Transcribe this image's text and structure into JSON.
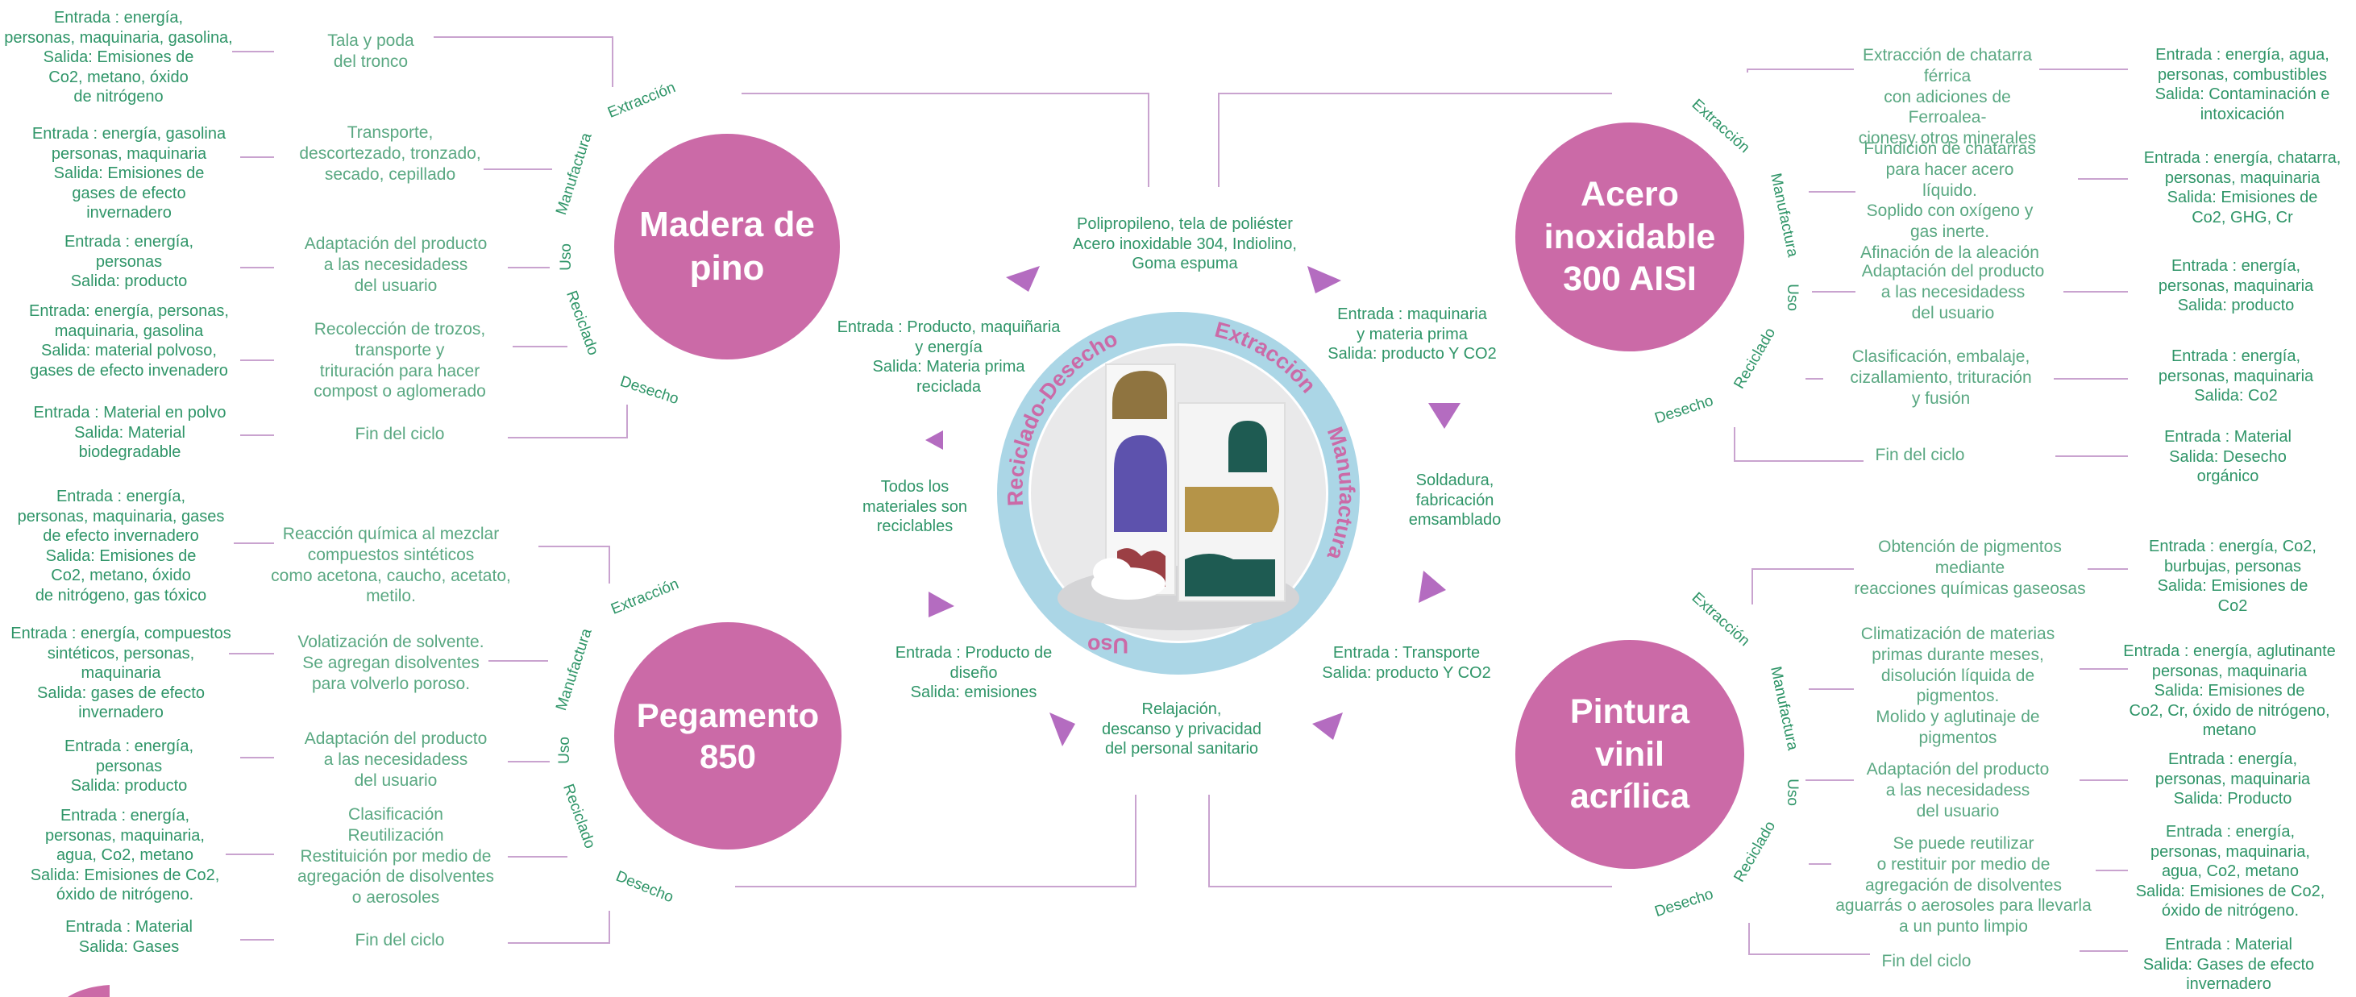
{
  "products": {
    "madera": {
      "name": "Madera de\npino",
      "stages": {
        "extraccion": "Extracción",
        "manufactura": "Manufactura",
        "uso": "Uso",
        "reciclado": "Reciclado",
        "desecho": "Desecho"
      },
      "processes": [
        "Tala y poda\ndel tronco",
        "Transporte,\ndescortezado, tronzado,\nsecado, cepillado",
        "Adaptación del producto\na las necesidadess\ndel usuario",
        "Recolección de trozos,\ntransporte y\ntrituración para hacer\ncompost o aglomerado",
        "Fin del ciclo"
      ],
      "inputs": [
        "Entrada : energía,\npersonas, maquinaria, gasolina,\nSalida:  Emisiones de\nCo2, metano, óxido\nde nitrógeno",
        "Entrada : energía, gasolina\npersonas, maquinaria\nSalida:  Emisiones de\ngases de efecto\ninvernadero",
        "Entrada : energía,\npersonas\nSalida:  producto",
        "Entrada:  energía,  personas,\nmaquinaria, gasolina\nSalida:  material polvoso,\ngases de efecto invenadero",
        "Entrada : Material en polvo\nSalida:  Material\nbiodegradable"
      ]
    },
    "pegamento": {
      "name": "Pegamento\n850",
      "stages": {
        "extraccion": "Extracción",
        "manufactura": "Manufactura",
        "uso": "Uso",
        "reciclado": "Reciclado",
        "desecho": "Desecho"
      },
      "processes": [
        "Reacción química al mezclar\ncompuestos sintéticos\ncomo acetona, caucho, acetato,\nmetilo.",
        "Volatización de solvente.\nSe agregan disolventes\npara volverlo poroso.",
        "Adaptación del producto\na las necesidadess\ndel usuario",
        "Clasificación\nReutilización\nRestituición por medio de\nagregación de disolventes\no aerosoles",
        "Fin del ciclo"
      ],
      "inputs": [
        "Entrada : energía,\npersonas, maquinaria, gases\nde efecto invernadero\nSalida:  Emisiones de\nCo2, metano, óxido\nde nitrógeno, gas tóxico",
        "Entrada : energía, compuestos\nsintéticos, personas,\nmaquinaria\nSalida:  gases de efecto\ninvernadero",
        "Entrada : energía,\npersonas\nSalida:  producto",
        "Entrada : energía,\npersonas, maquinaria,\nagua, Co2, metano\nSalida:  Emisiones de Co2,\nóxido de nitrógeno.",
        "Entrada : Material\nSalida:  Gases"
      ]
    },
    "acero": {
      "name": "Acero\ninoxidable\n300 AISI",
      "stages": {
        "extraccion": "Extracción",
        "manufactura": "Manufactura",
        "uso": "Uso",
        "reciclado": "Reciclado",
        "desecho": "Desecho"
      },
      "processes": [
        "Extracción de chatarra férrica\ncon adiciones de Ferroalea-\ncionesy otros minerales",
        "Fundición de chatarras\npara hacer acero líquido.\nSoplido con oxígeno y\ngas inerte.\nAfinación de la aleación",
        "Adaptación del producto\na las necesidadess\ndel usuario",
        "Clasificación, embalaje,\ncizallamiento, trituración\ny fusión",
        "Fin del ciclo"
      ],
      "inputs": [
        "Entrada : energía, agua,\npersonas, combustibles\nSalida:  Contaminación e\nintoxicación",
        "Entrada : energía, chatarra,\npersonas, maquinaria\nSalida:  Emisiones de\nCo2, GHG, Cr",
        "Entrada : energía,\npersonas, maquinaria\nSalida:  producto",
        "Entrada : energía,\npersonas, maquinaria\nSalida:  Co2",
        "Entrada : Material\nSalida:  Desecho\norgánico"
      ]
    },
    "pintura": {
      "name": "Pintura\nvinil\nacrílica",
      "stages": {
        "extraccion": "Extracción",
        "manufactura": "Manufactura",
        "uso": "Uso",
        "reciclado": "Reciclado",
        "desecho": "Desecho"
      },
      "processes": [
        "Obtención de pigmentos\nmediante\nreacciones químicas gaseosas",
        "Climatización de materias\nprimas durante meses,\ndisolución líquida de\npigmentos.\nMolido y aglutinaje de\npigmentos",
        "Adaptación del producto\na las necesidadess\ndel usuario",
        "Se puede reutilizar\no restituir por medio de\nagregación de disolventes\naguarrás o aerosoles para llevarla\na un punto limpio",
        "Fin del ciclo"
      ],
      "inputs": [
        "Entrada : energía, Co2,\nburbujas, personas\nSalida:  Emisiones de\nCo2",
        "Entrada : energía, aglutinante\npersonas, maquinaria\nSalida:  Emisiones de\nCo2, Cr, óxido de nitrógeno,\nmetano",
        "Entrada : energía,\npersonas, maquinaria\nSalida:  Producto",
        "Entrada : energía,\npersonas, maquinaria,\nagua, Co2, metano\nSalida:  Emisiones de Co2,\nóxido de nitrógeno.",
        "Entrada : Material\nSalida:  Gases de efecto\ninvernadero"
      ]
    }
  },
  "center": {
    "ring": {
      "extraccion": "Extracción",
      "manufactura": "Manufactura",
      "uso": "Uso",
      "reciclado": "Reciclado-Desecho"
    },
    "materials": "Polipropileno,  tela de poliéster\nAcero inoxidable 304,  Indiolino,\nGoma espuma",
    "extraction_io": "Entrada : maquinaria\ny materia prima\nSalida: producto Y CO2",
    "manufacture_process": "Soldadura,\nfabricación\nemsamblado",
    "manufacture_io": "Entrada : Transporte\nSalida: producto Y CO2",
    "use_process": "Relajación,\ndescanso y privacidad\ndel personal sanitario",
    "use_io": "Entrada : Producto de\ndiseño\nSalida: emisiones",
    "recycle_process": "Todos los\nmateriales son\nreciclables",
    "recycle_io": "Entrada : Producto, maquiñaria\ny energía\nSalida: Materia prima\nreciclada"
  },
  "colors": {
    "circle": "#cb6aa7",
    "text": "#2f9568",
    "arrow": "#b46cc0",
    "ring": "#abd6e6",
    "lines": "#c9a3cf"
  }
}
